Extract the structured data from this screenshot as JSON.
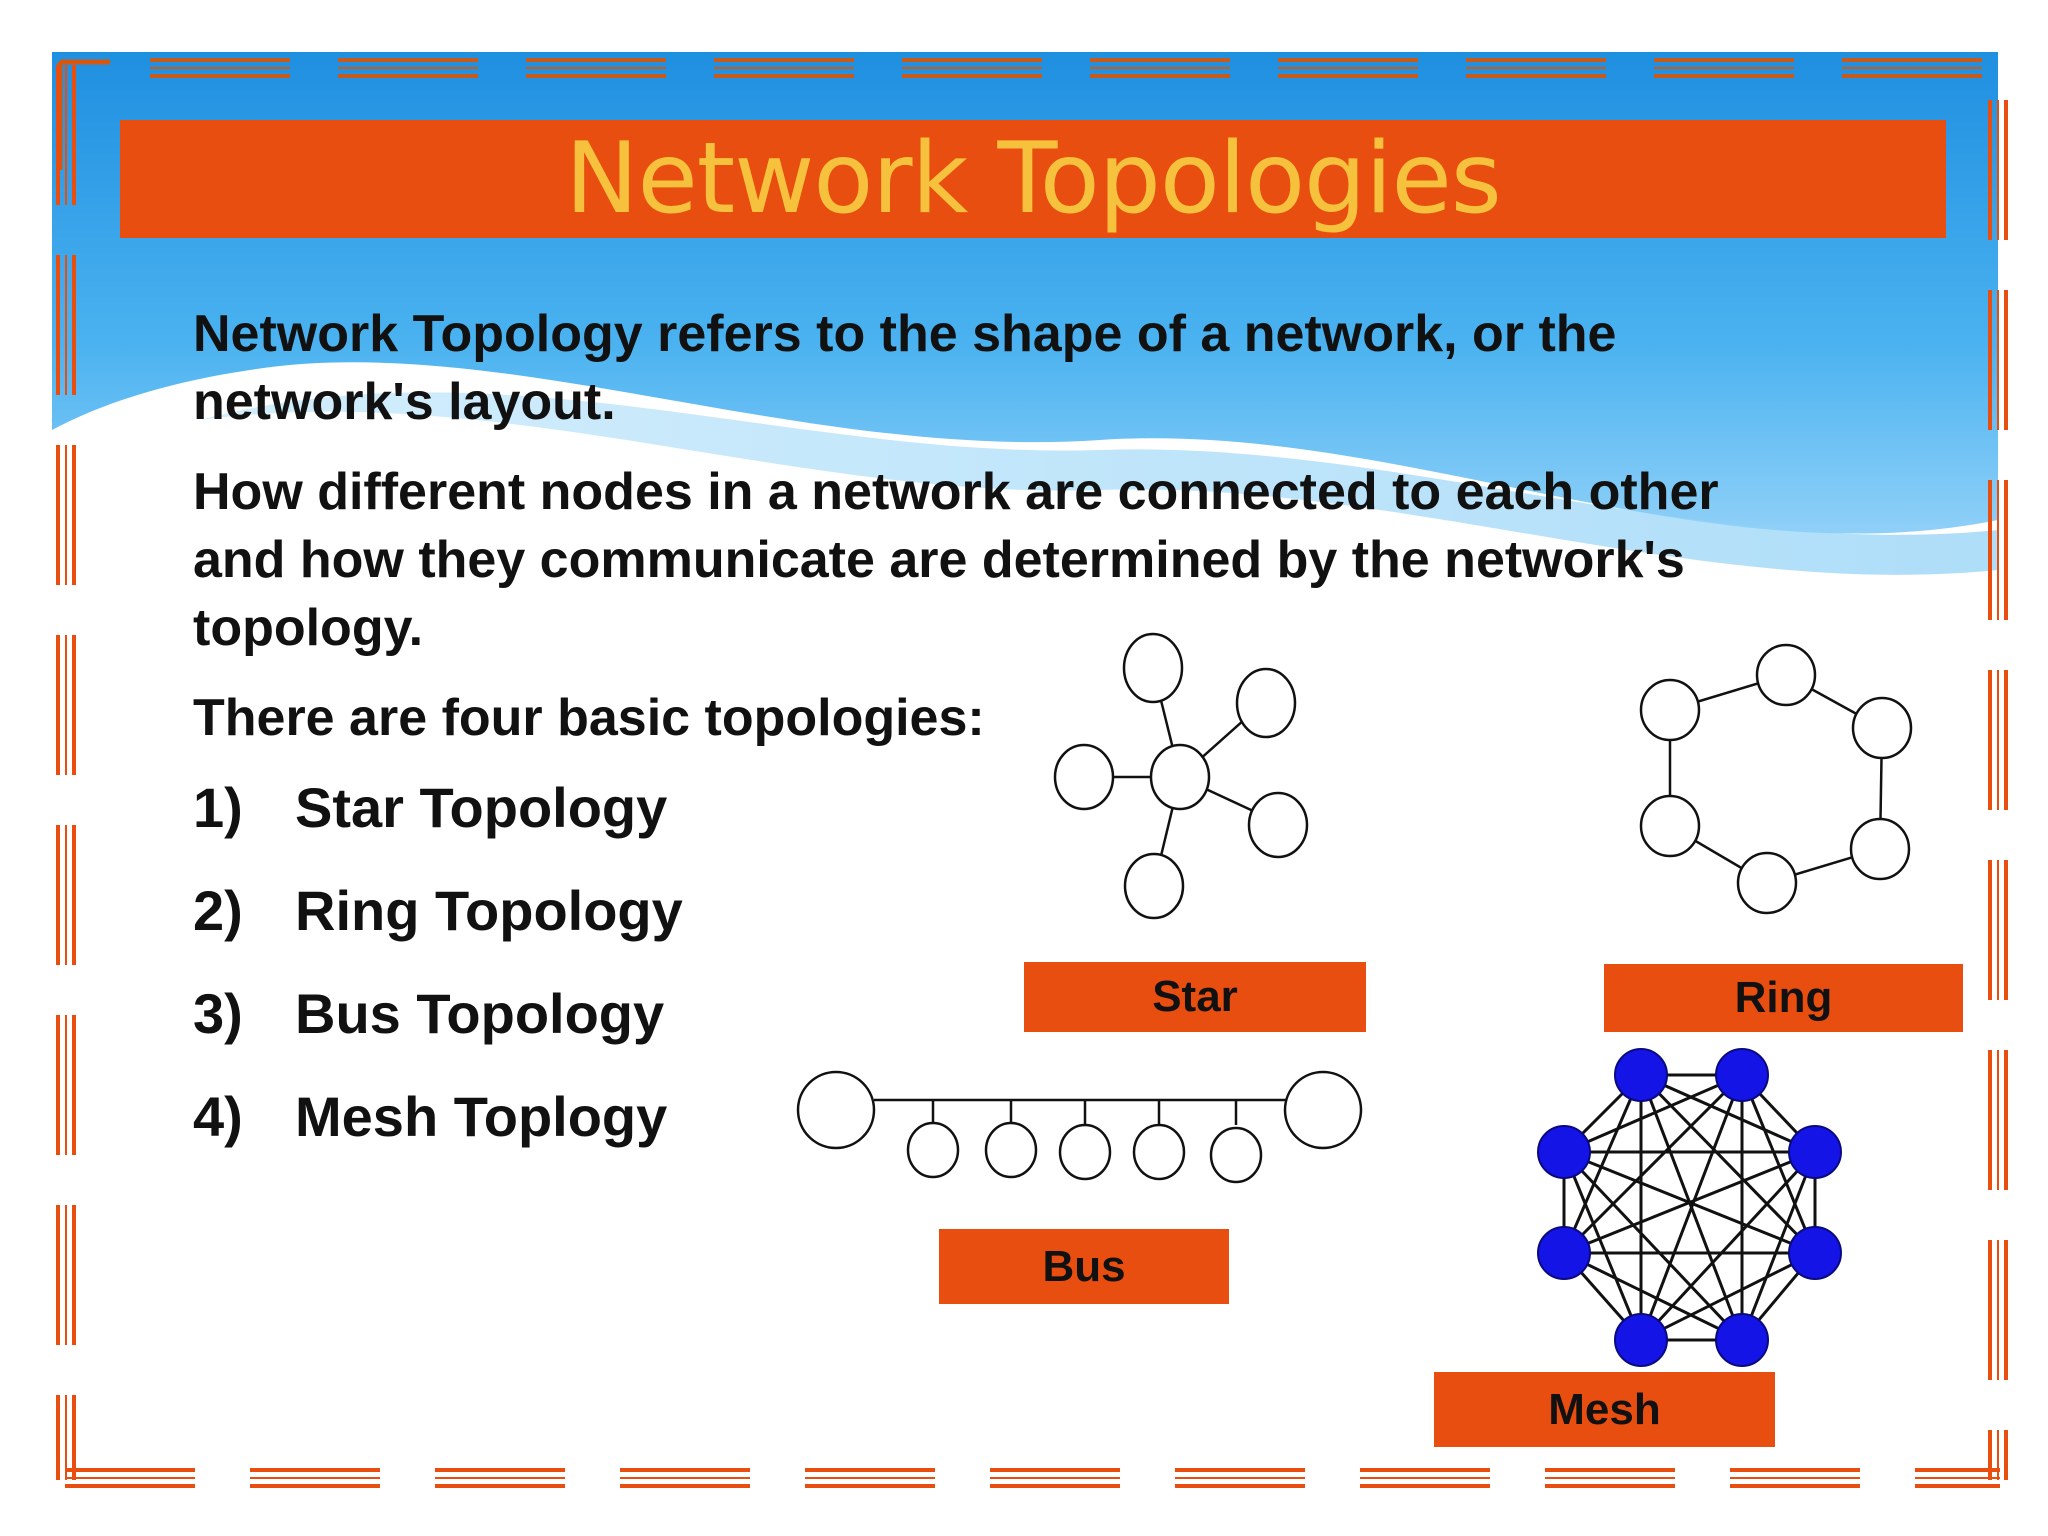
{
  "slide": {
    "title": "Network Topologies",
    "intro1": "Network Topology refers to the shape of a network, or the network's layout.",
    "intro2": "How different nodes in a network are connected to each other and how they communicate are determined by the network's topology.",
    "list_heading": "There are four basic topologies:",
    "topologies": [
      {
        "num": "1)",
        "name": "Star Topology"
      },
      {
        "num": "2)",
        "name": "Ring Topology"
      },
      {
        "num": "3)",
        "name": "Bus Topology"
      },
      {
        "num": "4)",
        "name": "Mesh Toplogy"
      }
    ]
  },
  "diagram_labels": {
    "star": "Star",
    "ring": "Ring",
    "bus": "Bus",
    "mesh": "Mesh"
  },
  "colors": {
    "accent_orange": "#e84e0f",
    "title_text": "#f6c23e",
    "header_blue": "#2f9fe6",
    "mesh_node": "#1414e6",
    "body_text": "#111111"
  }
}
